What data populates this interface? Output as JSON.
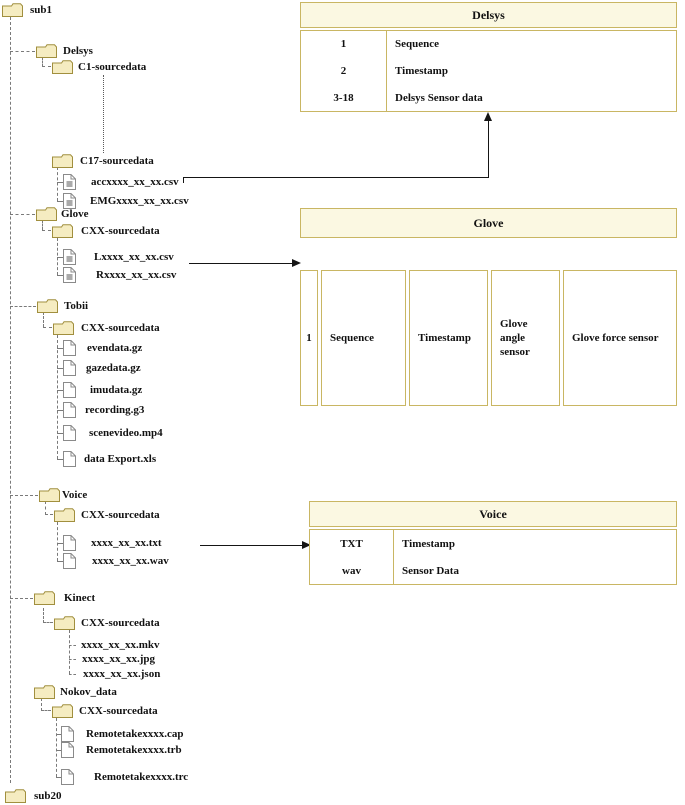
{
  "tree": {
    "nodes": [
      {
        "label": "sub1"
      },
      {
        "label": "Delsys"
      },
      {
        "label": "C1-sourcedata"
      },
      {
        "label": "C17-sourcedata"
      },
      {
        "label": "accxxxx_xx_xx.csv"
      },
      {
        "label": "EMGxxxx_xx_xx.csv"
      },
      {
        "label": "Glove"
      },
      {
        "label": "CXX-sourcedata"
      },
      {
        "label": "Lxxxx_xx_xx.csv"
      },
      {
        "label": "Rxxxx_xx_xx.csv"
      },
      {
        "label": "Tobii"
      },
      {
        "label": "CXX-sourcedata"
      },
      {
        "label": "evendata.gz"
      },
      {
        "label": "gazedata.gz"
      },
      {
        "label": "imudata.gz"
      },
      {
        "label": "recording.g3"
      },
      {
        "label": "scenevideo.mp4"
      },
      {
        "label": "data Export.xls"
      },
      {
        "label": "Voice"
      },
      {
        "label": "CXX-sourcedata"
      },
      {
        "label": "xxxx_xx_xx.txt"
      },
      {
        "label": "xxxx_xx_xx.wav"
      },
      {
        "label": "Kinect"
      },
      {
        "label": "CXX-sourcedata"
      },
      {
        "label": "xxxx_xx_xx.mkv"
      },
      {
        "label": "xxxx_xx_xx.jpg"
      },
      {
        "label": "xxxx_xx_xx.json"
      },
      {
        "label": "Nokov_data"
      },
      {
        "label": "CXX-sourcedata"
      },
      {
        "label": "Remotetakexxxx.cap"
      },
      {
        "label": "Remotetakexxxx.trb"
      },
      {
        "label": "Remotetakexxxx.trc"
      },
      {
        "label": "sub20"
      }
    ]
  },
  "tables": {
    "delsys": {
      "title": "Delsys",
      "rows": [
        {
          "key": "1",
          "value": "Sequence"
        },
        {
          "key": "2",
          "value": "Timestamp"
        },
        {
          "key": "3-18",
          "value": "Delsys Sensor data"
        }
      ]
    },
    "glove": {
      "title": "Glove",
      "cells": [
        "1",
        "Sequence",
        "Timestamp",
        "Glove angle sensor",
        "Glove force sensor"
      ]
    },
    "voice": {
      "title": "Voice",
      "rows": [
        {
          "key": "TXT",
          "value": "Timestamp"
        },
        {
          "key": "wav",
          "value": "Sensor Data"
        }
      ]
    }
  },
  "colors": {
    "folder_fill": "#F5ECC1",
    "folder_border": "#A18F3E",
    "table_border": "#C9B663",
    "table_header_fill": "#FBF8E2",
    "connector_gray": "#7A7A7A",
    "arrow_black": "#151515"
  }
}
